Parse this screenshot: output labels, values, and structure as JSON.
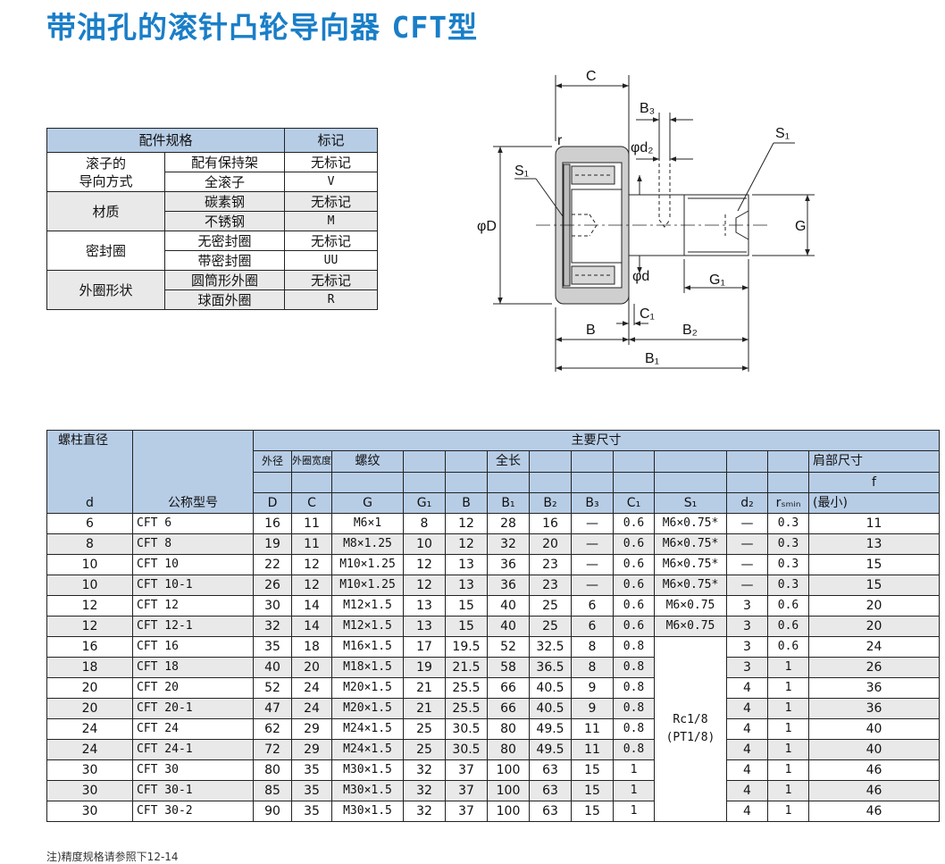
{
  "title": {
    "cn": "带油孔的滚针凸轮导向器",
    "code": "CFT型"
  },
  "spec_table": {
    "header": [
      "配件规格",
      "标记"
    ],
    "groups": [
      {
        "name": "滚子的\n导向方式",
        "rows": [
          [
            "配有保持架",
            "无标记"
          ],
          [
            "全滚子",
            "V"
          ]
        ]
      },
      {
        "name": "材质",
        "rows": [
          [
            "碳素钢",
            "无标记"
          ],
          [
            "不锈钢",
            "M"
          ]
        ]
      },
      {
        "name": "密封圈",
        "rows": [
          [
            "无密封圈",
            "无标记"
          ],
          [
            "带密封圈",
            "UU"
          ]
        ]
      },
      {
        "name": "外圈形状",
        "rows": [
          [
            "圆筒形外圈",
            "无标记"
          ],
          [
            "球面外圈",
            "R"
          ]
        ]
      }
    ]
  },
  "diagram": {
    "labels": {
      "C": "C",
      "B3": "B₃",
      "r": "r",
      "d2": "φd₂",
      "S1_left": "S₁",
      "S1_right": "S₁",
      "D": "φD",
      "G": "G",
      "d": "φd",
      "G1": "G₁",
      "C1": "C₁",
      "B": "B",
      "B2": "B₂",
      "B1": "B₁"
    }
  },
  "main_table": {
    "h_bolt": "螺柱直径",
    "h_main": "主要尺寸",
    "h_outer_dia": "外径",
    "h_outer_width": "外圈宽度",
    "h_thread": "螺纹",
    "h_full_length": "全长",
    "h_shoulder": "肩部尺寸",
    "h_f": "f",
    "h_min": "(最小)",
    "h_model": "公称型号",
    "cols": [
      "d",
      "D",
      "C",
      "G",
      "G₁",
      "B",
      "B₁",
      "B₂",
      "B₃",
      "C₁",
      "S₁",
      "d₂",
      "rₛₘᵢₙ"
    ],
    "rc": "Rc1/8\n(PT1/8)",
    "rows": [
      [
        "6",
        "CFT 6",
        "16",
        "11",
        "M6×1",
        "8",
        "12",
        "28",
        "16",
        "—",
        "0.6",
        "M6×0.75*",
        "—",
        "0.3",
        "11"
      ],
      [
        "8",
        "CFT 8",
        "19",
        "11",
        "M8×1.25",
        "10",
        "12",
        "32",
        "20",
        "—",
        "0.6",
        "M6×0.75*",
        "—",
        "0.3",
        "13"
      ],
      [
        "10",
        "CFT 10",
        "22",
        "12",
        "M10×1.25",
        "12",
        "13",
        "36",
        "23",
        "—",
        "0.6",
        "M6×0.75*",
        "—",
        "0.3",
        "15"
      ],
      [
        "10",
        "CFT 10-1",
        "26",
        "12",
        "M10×1.25",
        "12",
        "13",
        "36",
        "23",
        "—",
        "0.6",
        "M6×0.75*",
        "—",
        "0.3",
        "15"
      ],
      [
        "12",
        "CFT 12",
        "30",
        "14",
        "M12×1.5",
        "13",
        "15",
        "40",
        "25",
        "6",
        "0.6",
        "M6×0.75",
        "3",
        "0.6",
        "20"
      ],
      [
        "12",
        "CFT 12-1",
        "32",
        "14",
        "M12×1.5",
        "13",
        "15",
        "40",
        "25",
        "6",
        "0.6",
        "M6×0.75",
        "3",
        "0.6",
        "20"
      ],
      [
        "16",
        "CFT 16",
        "35",
        "18",
        "M16×1.5",
        "17",
        "19.5",
        "52",
        "32.5",
        "8",
        "0.8",
        "",
        "3",
        "0.6",
        "24"
      ],
      [
        "18",
        "CFT 18",
        "40",
        "20",
        "M18×1.5",
        "19",
        "21.5",
        "58",
        "36.5",
        "8",
        "0.8",
        "",
        "3",
        "1",
        "26"
      ],
      [
        "20",
        "CFT 20",
        "52",
        "24",
        "M20×1.5",
        "21",
        "25.5",
        "66",
        "40.5",
        "9",
        "0.8",
        "",
        "4",
        "1",
        "36"
      ],
      [
        "20",
        "CFT 20-1",
        "47",
        "24",
        "M20×1.5",
        "21",
        "25.5",
        "66",
        "40.5",
        "9",
        "0.8",
        "",
        "4",
        "1",
        "36"
      ],
      [
        "24",
        "CFT 24",
        "62",
        "29",
        "M24×1.5",
        "25",
        "30.5",
        "80",
        "49.5",
        "11",
        "0.8",
        "",
        "4",
        "1",
        "40"
      ],
      [
        "24",
        "CFT 24-1",
        "72",
        "29",
        "M24×1.5",
        "25",
        "30.5",
        "80",
        "49.5",
        "11",
        "0.8",
        "",
        "4",
        "1",
        "40"
      ],
      [
        "30",
        "CFT 30",
        "80",
        "35",
        "M30×1.5",
        "32",
        "37",
        "100",
        "63",
        "15",
        "1",
        "",
        "4",
        "1",
        "46"
      ],
      [
        "30",
        "CFT 30-1",
        "85",
        "35",
        "M30×1.5",
        "32",
        "37",
        "100",
        "63",
        "15",
        "1",
        "",
        "4",
        "1",
        "46"
      ],
      [
        "30",
        "CFT 30-2",
        "90",
        "35",
        "M30×1.5",
        "32",
        "37",
        "100",
        "63",
        "15",
        "1",
        "",
        "4",
        "1",
        "46"
      ]
    ]
  },
  "note": "注)精度规格请参照下12-14"
}
